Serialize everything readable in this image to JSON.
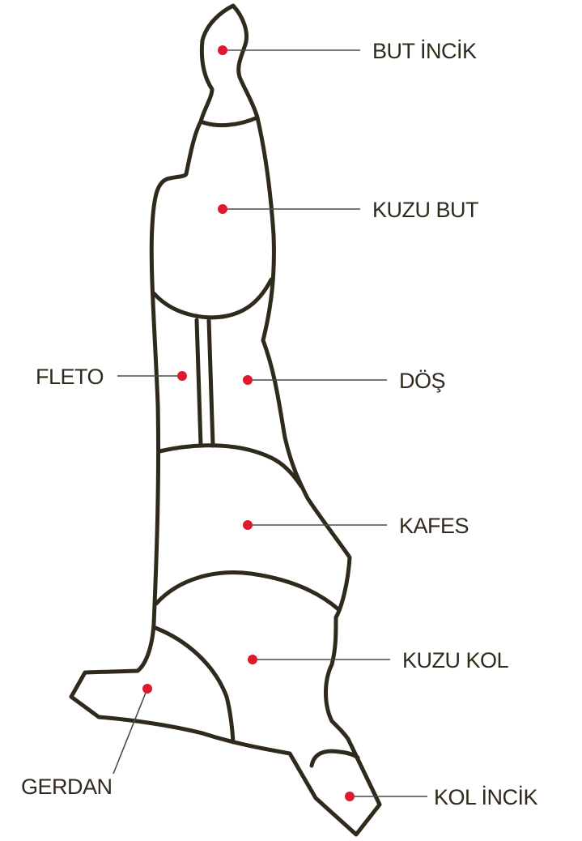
{
  "colors": {
    "outline": "#2f2a1c",
    "dot": "#e0182d",
    "leader": "#4a4a4a",
    "label": "#2f2a1c"
  },
  "labels": {
    "but_incik": "BUT İNCİK",
    "kuzu_but": "KUZU BUT",
    "fleto": "FLETO",
    "dos": "DÖŞ",
    "kafes": "KAFES",
    "kuzu_kol": "KUZU KOL",
    "gerdan": "GERDAN",
    "kol_incik": "KOL İNCİK"
  }
}
